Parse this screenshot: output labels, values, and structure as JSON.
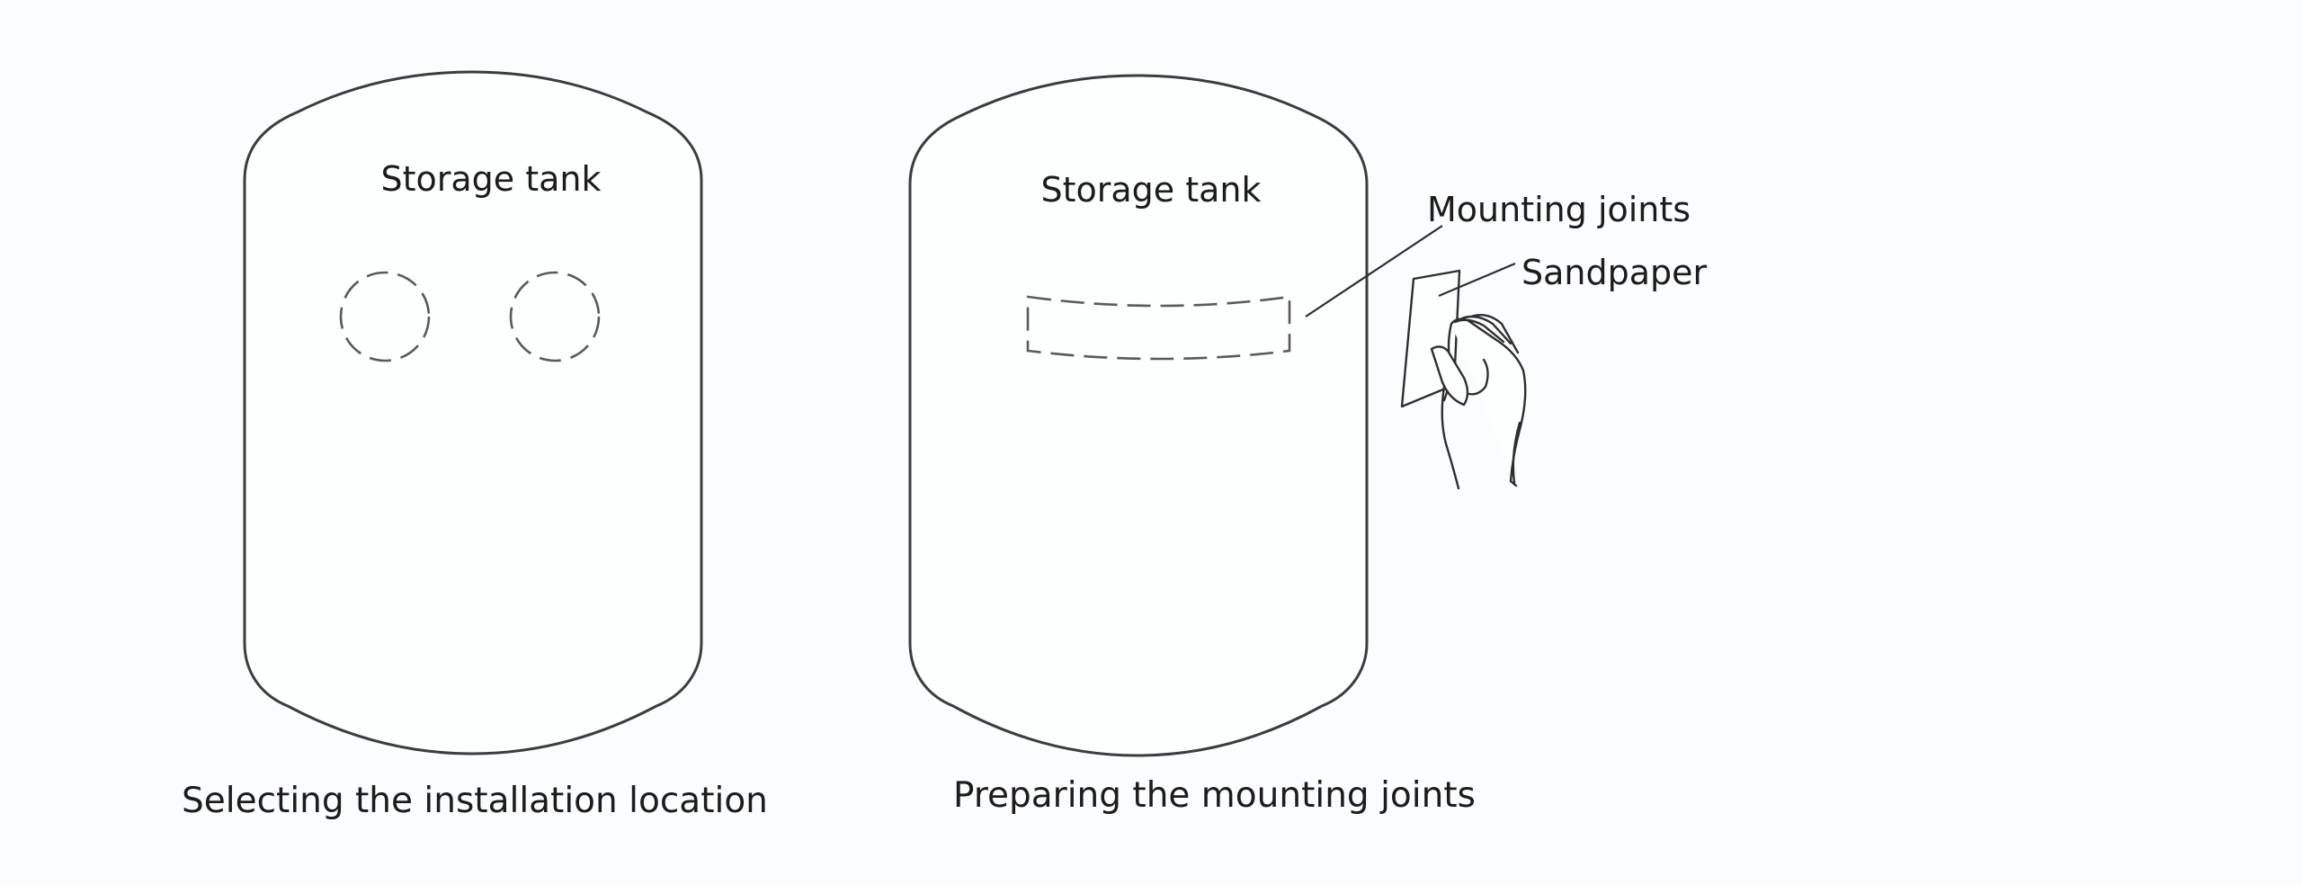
{
  "panels": [
    {
      "tank_label": "Storage tank",
      "caption": "Selecting the installation location"
    },
    {
      "tank_label": "Storage tank",
      "caption": "Preparing the mounting joints",
      "callouts": [
        {
          "label": "Mounting joints"
        },
        {
          "label": "Sandpaper"
        }
      ]
    }
  ]
}
